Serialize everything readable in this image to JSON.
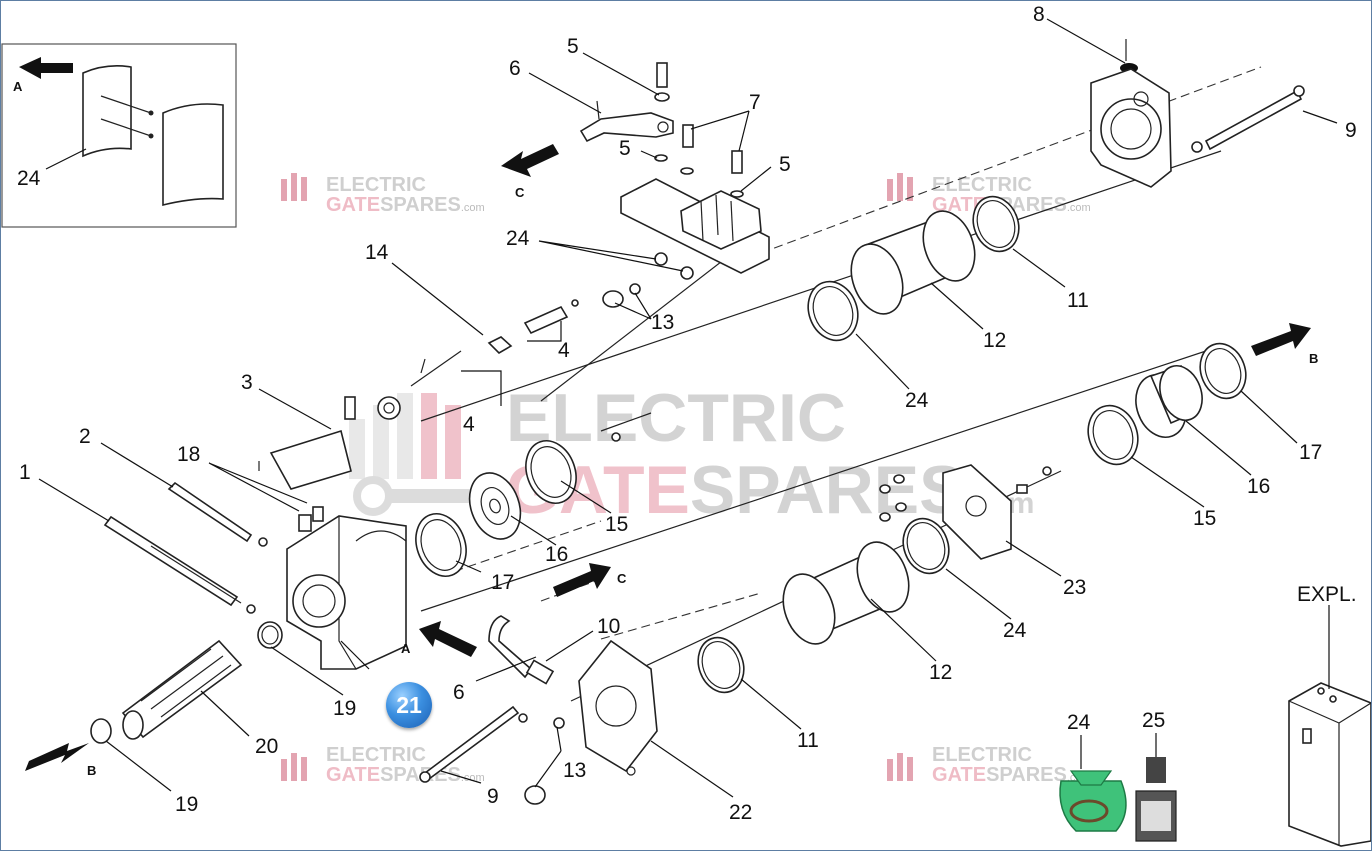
{
  "watermark": {
    "line1": "ELECTRIC",
    "line2_a": "GATE",
    "line2_b": "SPARES",
    "suffix": ".com"
  },
  "callouts": [
    {
      "id": "c1",
      "text": "1"
    },
    {
      "id": "c2",
      "text": "2"
    },
    {
      "id": "c3",
      "text": "3"
    },
    {
      "id": "c4a",
      "text": "4"
    },
    {
      "id": "c4b",
      "text": "4"
    },
    {
      "id": "c5a",
      "text": "5"
    },
    {
      "id": "c5b",
      "text": "5"
    },
    {
      "id": "c5c",
      "text": "5"
    },
    {
      "id": "c6a",
      "text": "6"
    },
    {
      "id": "c6b",
      "text": "6"
    },
    {
      "id": "c7",
      "text": "7"
    },
    {
      "id": "c8",
      "text": "8"
    },
    {
      "id": "c9a",
      "text": "9"
    },
    {
      "id": "c9b",
      "text": "9"
    },
    {
      "id": "c10",
      "text": "10"
    },
    {
      "id": "c11a",
      "text": "11"
    },
    {
      "id": "c11b",
      "text": "11"
    },
    {
      "id": "c12a",
      "text": "12"
    },
    {
      "id": "c12b",
      "text": "12"
    },
    {
      "id": "c13a",
      "text": "13"
    },
    {
      "id": "c13b",
      "text": "13"
    },
    {
      "id": "c14",
      "text": "14"
    },
    {
      "id": "c15a",
      "text": "15"
    },
    {
      "id": "c15b",
      "text": "15"
    },
    {
      "id": "c16a",
      "text": "16"
    },
    {
      "id": "c16b",
      "text": "16"
    },
    {
      "id": "c17a",
      "text": "17"
    },
    {
      "id": "c17b",
      "text": "17"
    },
    {
      "id": "c18",
      "text": "18"
    },
    {
      "id": "c19a",
      "text": "19"
    },
    {
      "id": "c19b",
      "text": "19"
    },
    {
      "id": "c20",
      "text": "20"
    },
    {
      "id": "c22",
      "text": "22"
    },
    {
      "id": "c23",
      "text": "23"
    },
    {
      "id": "c24a",
      "text": "24"
    },
    {
      "id": "c24b",
      "text": "24"
    },
    {
      "id": "c24c",
      "text": "24"
    },
    {
      "id": "c24d",
      "text": "24"
    },
    {
      "id": "c24e",
      "text": "24"
    },
    {
      "id": "c24f",
      "text": "24"
    },
    {
      "id": "c25",
      "text": "25"
    }
  ],
  "arrows": {
    "a1": "A",
    "a2": "A",
    "b1": "B",
    "b2": "B",
    "cc1": "C",
    "cc2": "C"
  },
  "badge": "21",
  "expl_label": "EXPL.",
  "colors": {
    "badge": "#3b8fe0",
    "watermark_grey": "#cfcfcf",
    "watermark_pink": "#efbcc6",
    "kit_bag": "#3fc27a"
  }
}
